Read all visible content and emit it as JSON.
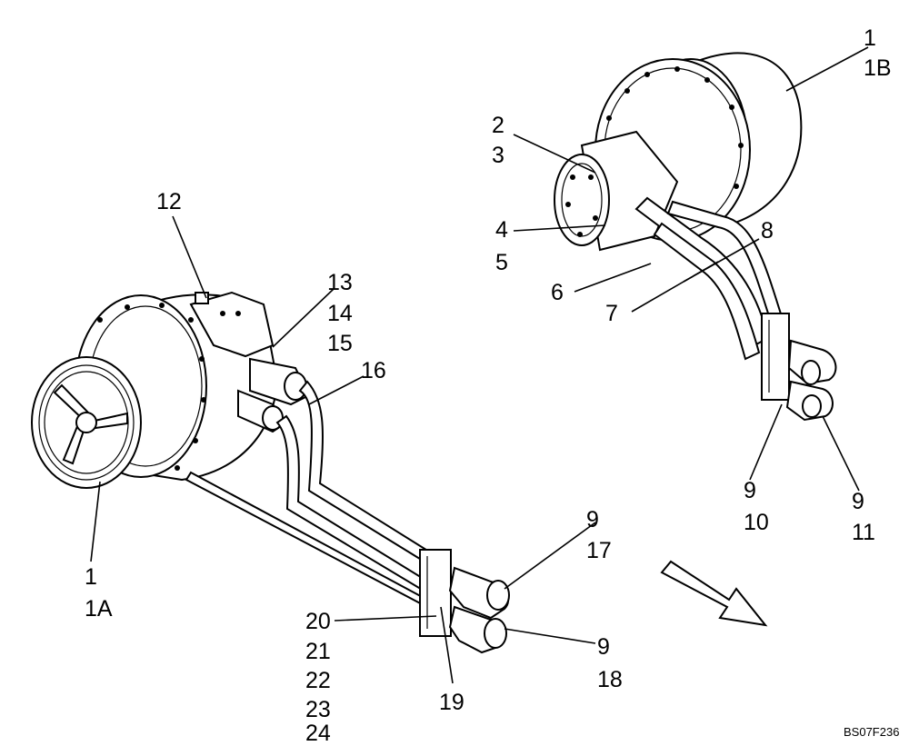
{
  "callouts": {
    "c_1_right": "1",
    "c_1B": "1B",
    "c_2": "2",
    "c_3": "3",
    "c_4": "4",
    "c_5": "5",
    "c_6": "6",
    "c_7": "7",
    "c_8": "8",
    "c_9_r1": "9",
    "c_10": "10",
    "c_9_r2": "9",
    "c_11": "11",
    "c_12": "12",
    "c_13": "13",
    "c_14": "14",
    "c_15": "15",
    "c_16": "16",
    "c_1_left": "1",
    "c_1A": "1A",
    "c_9_l1": "9",
    "c_17": "17",
    "c_9_l2": "9",
    "c_18": "18",
    "c_19": "19",
    "c_20": "20",
    "c_21": "21",
    "c_22": "22",
    "c_23": "23",
    "c_24": "24"
  },
  "drawing_code": "BS07F236"
}
